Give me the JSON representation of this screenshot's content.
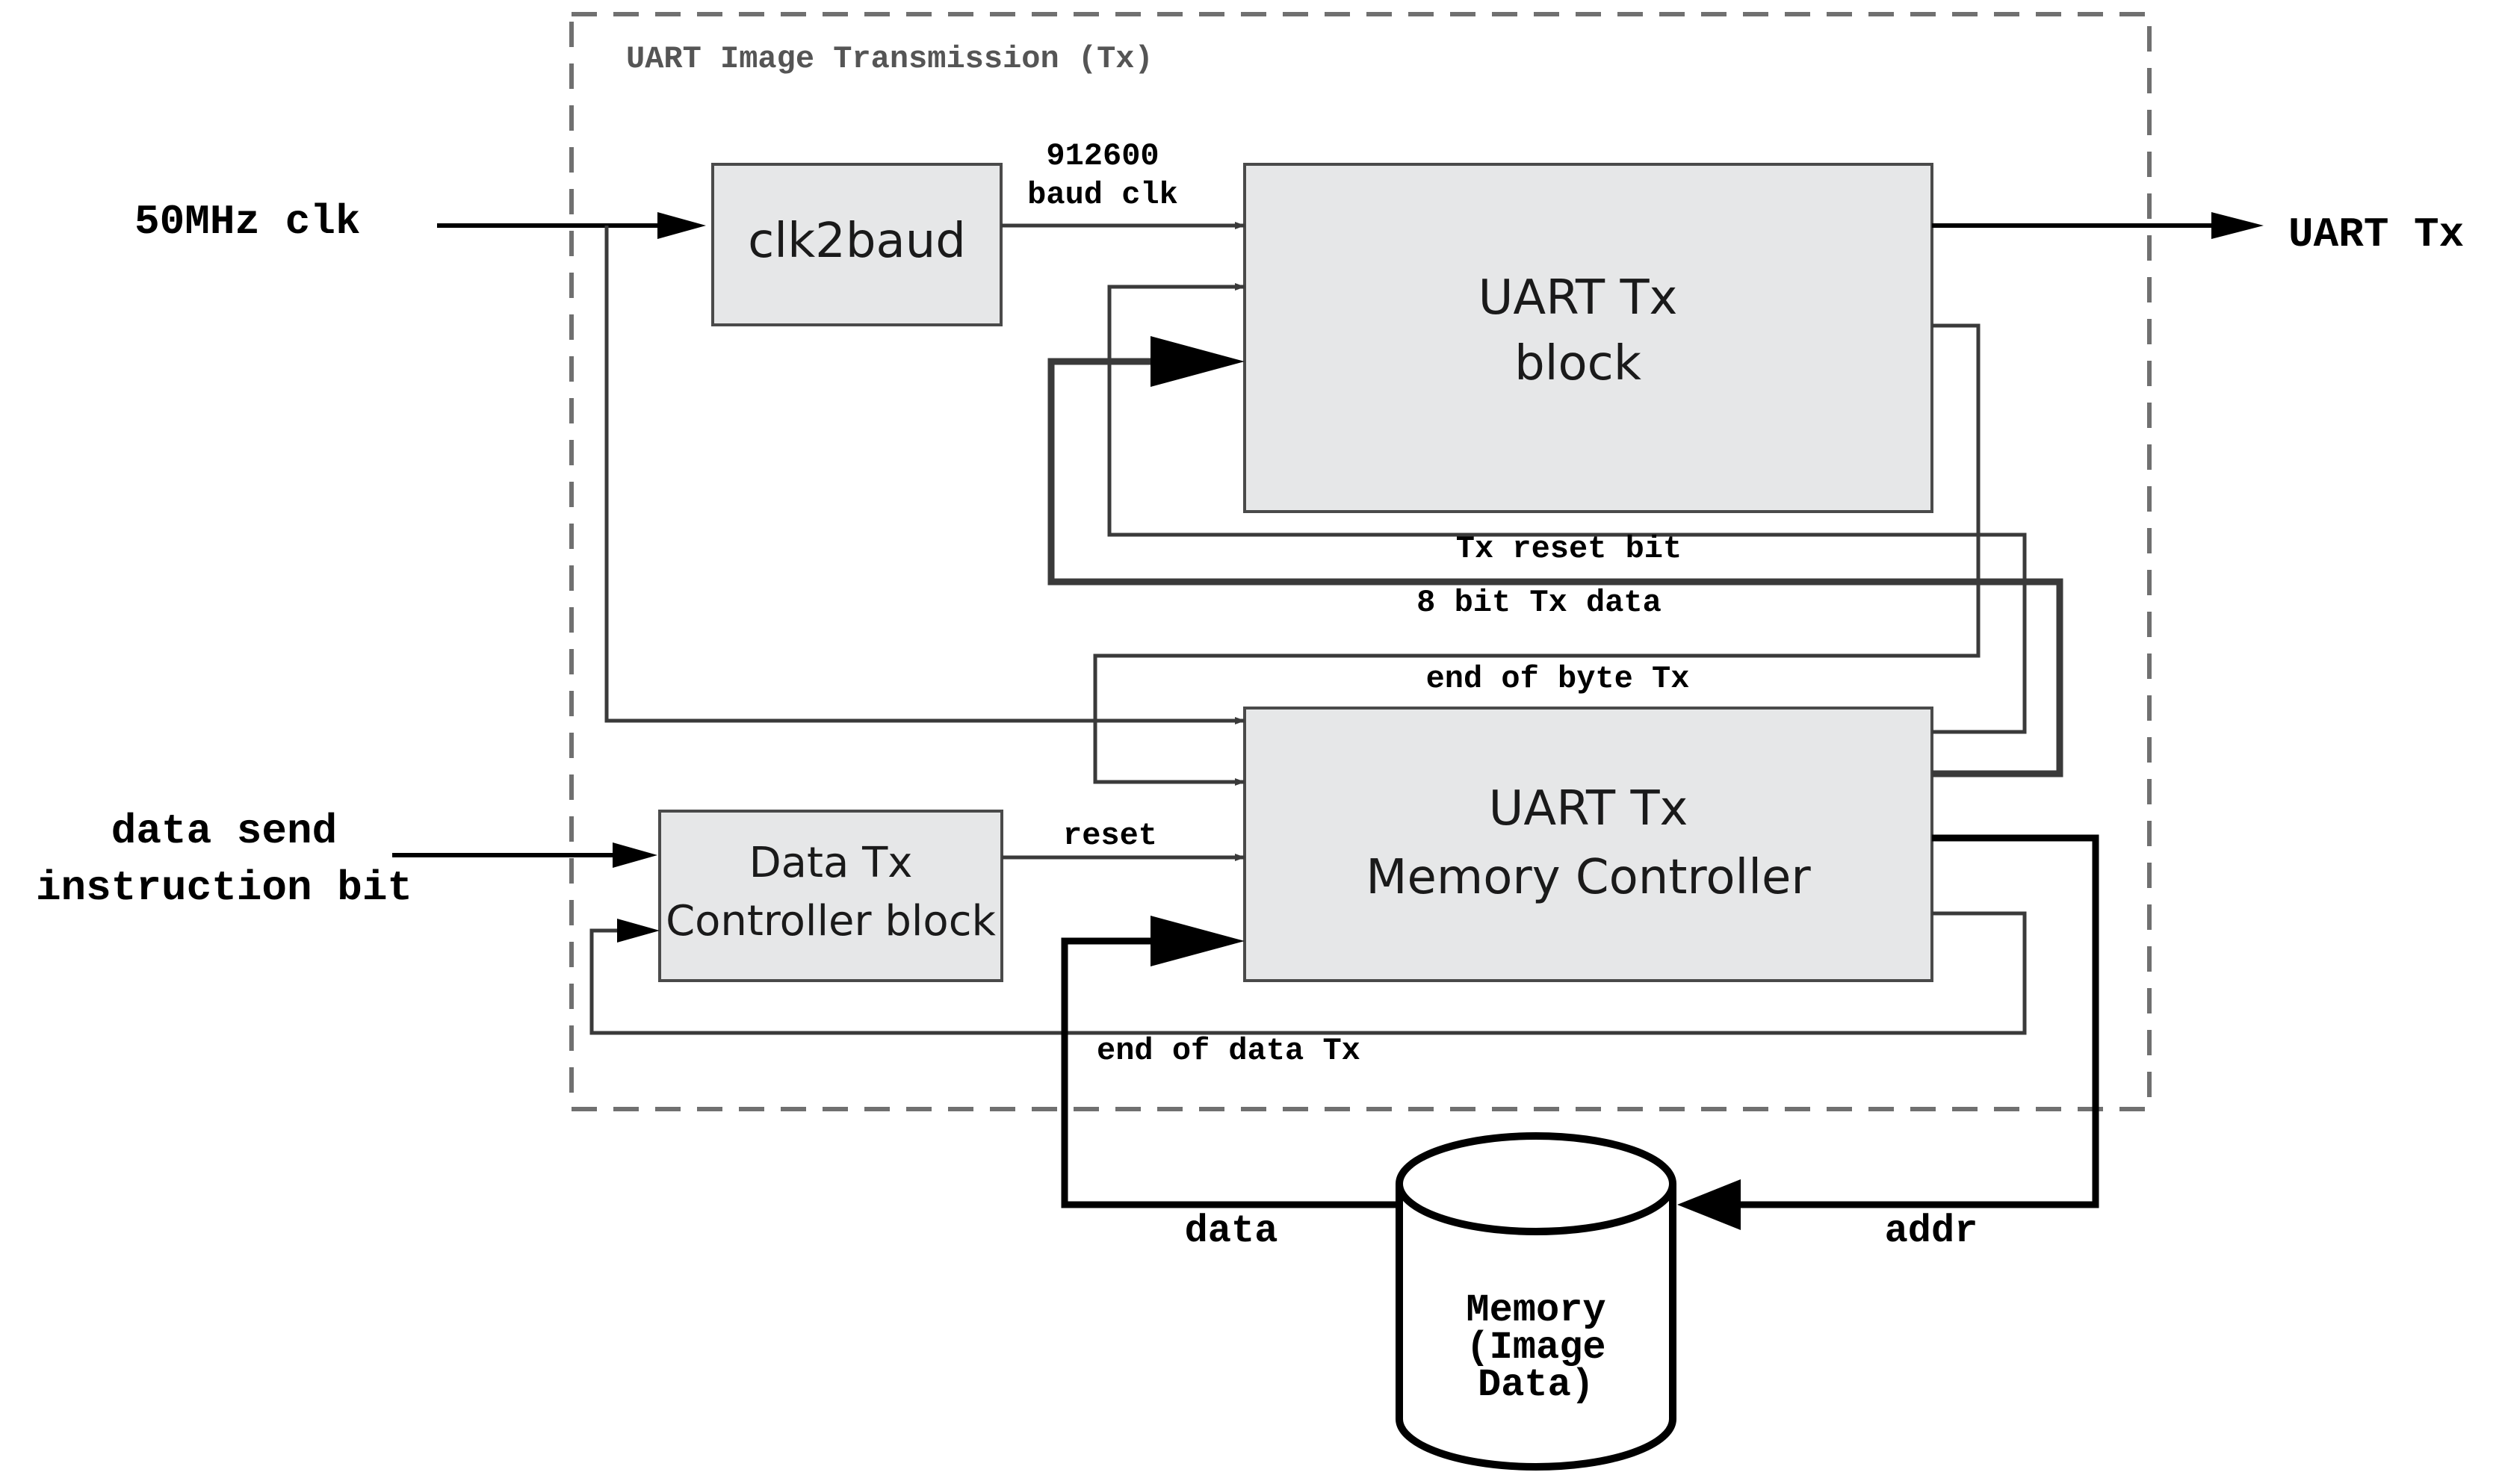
{
  "title": "UART Image Transmission (Tx)",
  "inputs": {
    "clk": "50MHz clk",
    "data_send_line1": "data send",
    "data_send_line2": "instruction bit"
  },
  "output": "UART Tx",
  "blocks": {
    "clk2baud": "clk2baud",
    "uart_tx_line1": "UART Tx",
    "uart_tx_line2": "block",
    "mem_ctrl_line1": "UART Tx",
    "mem_ctrl_line2": "Memory Controller",
    "data_ctrl_line1": "Data Tx",
    "data_ctrl_line2": "Controller block",
    "memory_line1": "Memory",
    "memory_line2": "(Image",
    "memory_line3": "Data)"
  },
  "signals": {
    "baud_line1": "912600",
    "baud_line2": "baud clk",
    "tx_reset": "Tx reset bit",
    "tx_data": "8 bit Tx data",
    "end_byte": "end of byte Tx",
    "reset": "reset",
    "end_data": "end of data Tx",
    "data": "data",
    "addr": "addr"
  }
}
